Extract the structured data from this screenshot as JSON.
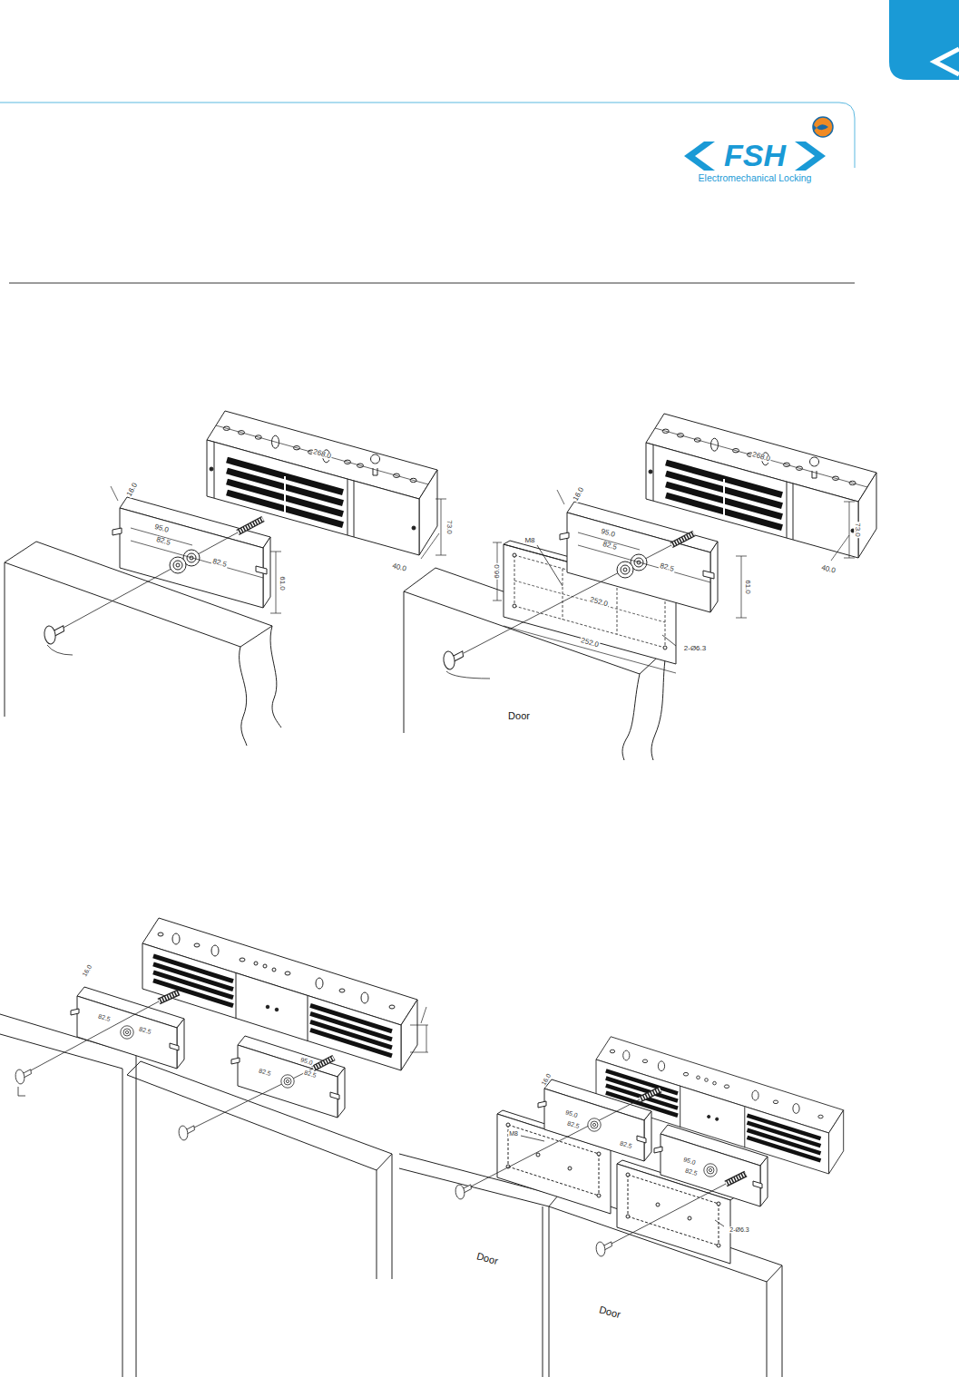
{
  "diagram": {
    "labels": [
      "FSH",
      "Electromechanical Locking",
      "268.0",
      "16.0",
      "95.0",
      "82.5",
      "82.5",
      "73.0",
      "61.0",
      "40.0",
      "268.0",
      "16.0",
      "95.0",
      "82.5",
      "M8",
      "82.5",
      "73.0",
      "66.0",
      "61.0",
      "252.0",
      "252.0",
      "2-Ø6.3",
      "40.0",
      "Door",
      "16.0",
      "82.5",
      "82.5",
      "82.5",
      "95.0",
      "82.5",
      "16.0",
      "M8",
      "95.0",
      "82.5",
      "82.5",
      "95.0",
      "82.5",
      "2-Ø6.3",
      "Door",
      "Door"
    ]
  }
}
